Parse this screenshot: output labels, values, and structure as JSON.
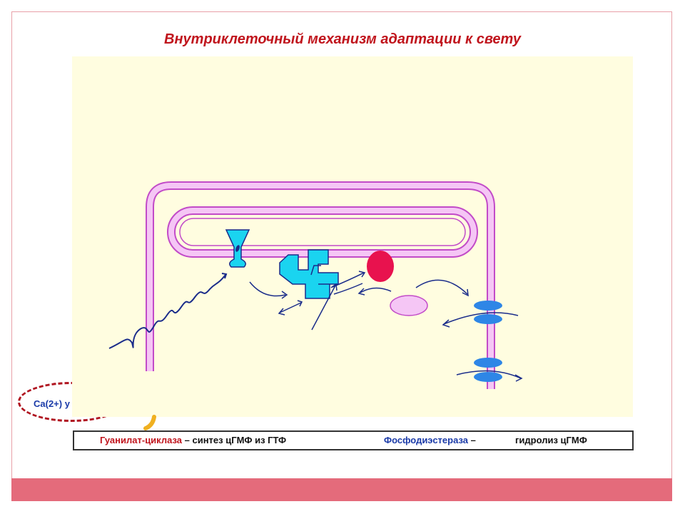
{
  "title": "Внутриклеточный механизм адаптации к свету",
  "ca_label": "Ca(2+) у",
  "legend": {
    "guanylate_cyclase": "Гуанилат-циклаза",
    "guanylate_cyclase_desc": " – синтез цГМФ из ГТФ",
    "phosphodiesterase": "Фосфодиэстераза",
    "phosphodiesterase_dash": " –",
    "phosphodiesterase_desc": "гидролиз цГМФ"
  },
  "colors": {
    "title": "#c0141c",
    "membrane": "#c24bc8",
    "membrane_fill": "#f5c6f5",
    "protein": "#1ad4f0",
    "disc_protein": "#e8124e",
    "vesicle": "#f5c6f5",
    "channel": "#2e86e6",
    "arrow": "#1a2c8a",
    "band": "#e46b7b"
  }
}
